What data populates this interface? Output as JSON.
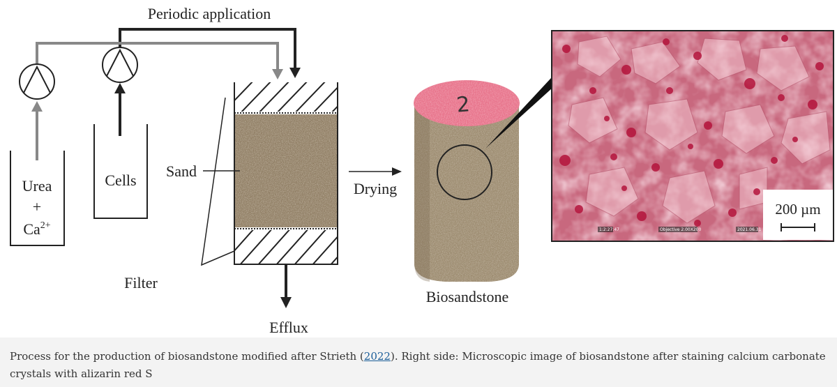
{
  "labels": {
    "periodic_application": "Periodic application",
    "urea": "Urea",
    "plus": "+",
    "ca_base": "Ca",
    "ca_sup": "2+",
    "cells": "Cells",
    "sand": "Sand",
    "filter": "Filter",
    "drying": "Drying",
    "efflux": "Efflux",
    "biosandstone": "Biosandstone",
    "core_mark": "2",
    "scale_bar": "200 µm",
    "micro_footer": [
      "1:2:27:47",
      "Objective 2.00X200",
      "2021.06.31"
    ]
  },
  "caption": {
    "before": "Process for the production of biosandstone modified after Strieth (",
    "link": "2022",
    "after": "). Right side: Microscopic image of biosandstone after staining calcium carbonate crystals with alizarin red S"
  },
  "colors": {
    "line_dark": "#222222",
    "line_gray": "#888888",
    "sand": "#8f7d63",
    "core_top": "#e7728a",
    "micro_bg": "#c8687e",
    "caption_bg": "#f3f3f3",
    "link": "#1a5d98"
  }
}
